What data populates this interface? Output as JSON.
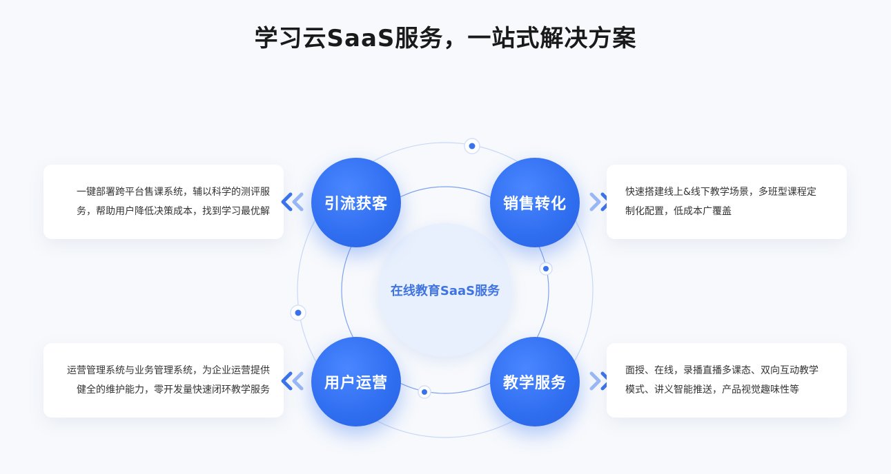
{
  "title": "学习云SaaS服务，一站式解决方案",
  "center_label": "在线教育SaaS服务",
  "colors": {
    "accent": "#2f6ef0",
    "center_text": "#3f73e0",
    "ring": "#b9cdf5"
  },
  "items": [
    {
      "label": "引流获客",
      "desc_line1": "一键部署跨平台售课系统，辅以科学的测评服",
      "desc_line2": "务，帮助用户降低决策成本，找到学习最优解"
    },
    {
      "label": "销售转化",
      "desc_line1": "快速搭建线上&线下教学场景，多班型课程定",
      "desc_line2": "制化配置，低成本广覆盖"
    },
    {
      "label": "用户运营",
      "desc_line1": "运营管理系统与业务管理系统，为企业运营提供",
      "desc_line2": "健全的维护能力，零开发量快速闭环教学服务"
    },
    {
      "label": "教学服务",
      "desc_line1": "面授、在线，录播直播多课态、双向互动教学",
      "desc_line2": "模式、讲义智能推送，产品视觉趣味性等"
    }
  ]
}
